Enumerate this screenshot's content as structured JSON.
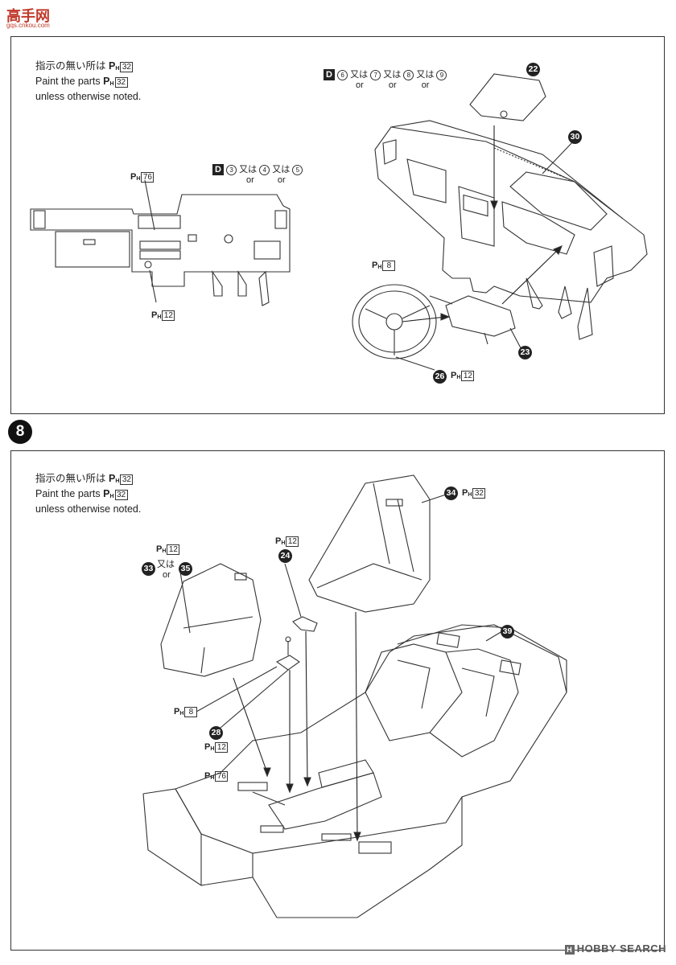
{
  "watermark": {
    "logo_text": "高手网",
    "logo_url_text": "gqs.cnkou.com"
  },
  "footer": {
    "site_mark": "H",
    "site_name": "HOBBY SEARCH"
  },
  "paint": {
    "prefix": "P",
    "sub": "H"
  },
  "top_panel": {
    "note_line1_jp": "指示の無い所は",
    "note_line1_code": "32",
    "note_line2_en": "Paint the parts",
    "note_line2_code": "32",
    "note_line3_en": "unless otherwise noted.",
    "dash_group": {
      "d_label": "D",
      "n1": "3",
      "alt1": "又は",
      "n2": "4",
      "alt2": "又は",
      "n3": "5",
      "or1": "or",
      "or2": "or"
    },
    "dash_paint_upper": "76",
    "dash_paint_lower": "12",
    "iso_group": {
      "d_label": "D",
      "n1": "6",
      "alt1": "又は",
      "n2": "7",
      "alt2": "又は",
      "n3": "8",
      "alt3": "又は",
      "n4": "9",
      "or1": "or",
      "or2": "or",
      "or3": "or"
    },
    "part_22": "22",
    "part_30": "30",
    "part_23": "23",
    "part_26": "26",
    "wheel_paint": "8",
    "part_26_paint": "12"
  },
  "step_number": "8",
  "bottom_panel": {
    "note_line1_jp": "指示の無い所は",
    "note_line1_code": "32",
    "note_line2_en": "Paint the parts",
    "note_line2_code": "32",
    "note_line3_en": "unless otherwise noted.",
    "part_34": "34",
    "part_34_paint": "32",
    "seat_alt_paint": "12",
    "part_33": "33",
    "seat_alt_jp": "又は",
    "seat_alt_or": "or",
    "part_35": "35",
    "part_24": "24",
    "part_24_paint": "12",
    "part_39": "39",
    "shifter_paint": "8",
    "part_28": "28",
    "part_28_paint": "12",
    "console_paint": "76"
  }
}
